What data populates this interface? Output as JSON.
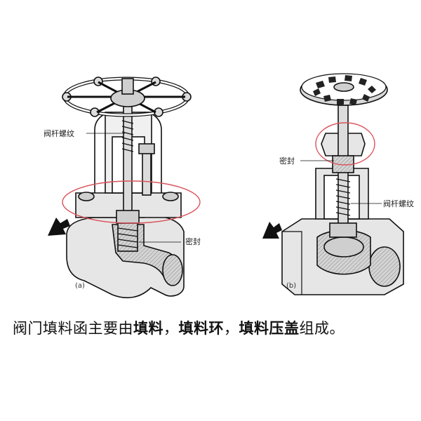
{
  "figure": {
    "a": {
      "sublabel": "(a)",
      "label_stem_thread": "阀杆螺纹",
      "label_seal": "密封"
    },
    "b": {
      "sublabel": "(b)",
      "label_seal": "密封",
      "label_stem_thread": "阀杆螺纹"
    },
    "highlight_color": "#d9535a"
  },
  "caption": {
    "p1": "阀门填料函主要由",
    "b1": "填料",
    "p2": "，",
    "b2": "填料环",
    "p3": "，",
    "b3": "填料压盖",
    "p4": "组成。"
  }
}
